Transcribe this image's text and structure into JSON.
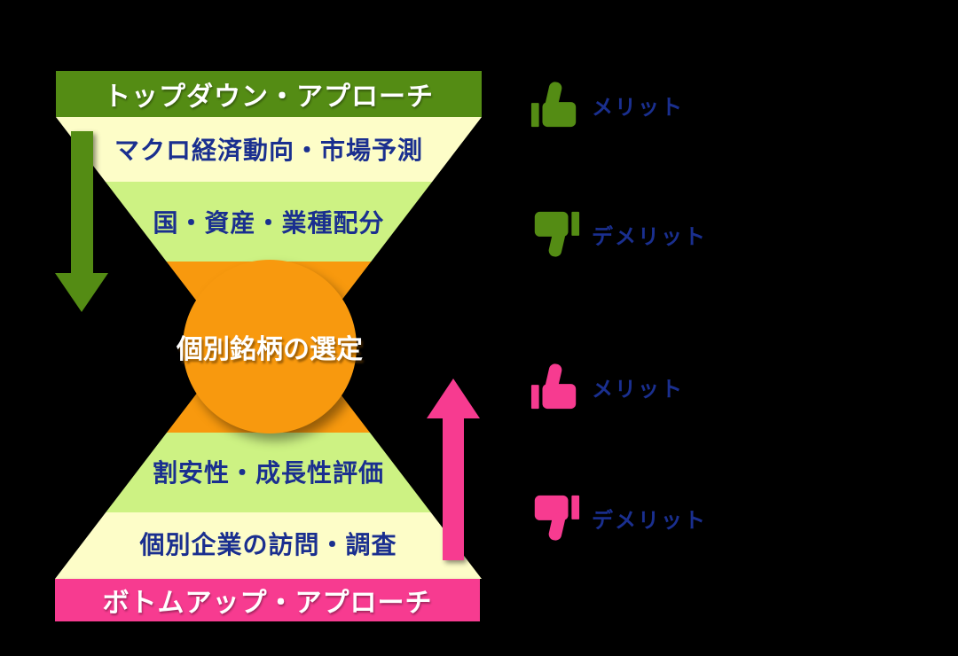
{
  "colors": {
    "green": "#548c14",
    "pink": "#f73b90",
    "orange": "#f8990e",
    "cream": "#fdfdc8",
    "light_green": "#cdf283",
    "text_blue": "#1a2f8f",
    "white": "#ffffff"
  },
  "diagram": {
    "top_down": {
      "title": "トップダウン・アプローチ",
      "step1": "マクロ経済動向・市場予測",
      "step2": "国・資産・業種配分"
    },
    "center_label": "個別銘柄の選定",
    "bottom_up": {
      "title": "ボトムアップ・アプローチ",
      "step1": "割安性・成長性評価",
      "step2": "個別企業の訪問・調査"
    }
  },
  "legend": [
    {
      "icon": "thumbs-up-icon",
      "color": "green",
      "label": "メリット"
    },
    {
      "icon": "thumbs-down-icon",
      "color": "green",
      "label": "デメリット"
    },
    {
      "icon": "thumbs-up-icon",
      "color": "pink",
      "label": "メリット"
    },
    {
      "icon": "thumbs-down-icon",
      "color": "pink",
      "label": "デメリット"
    }
  ]
}
